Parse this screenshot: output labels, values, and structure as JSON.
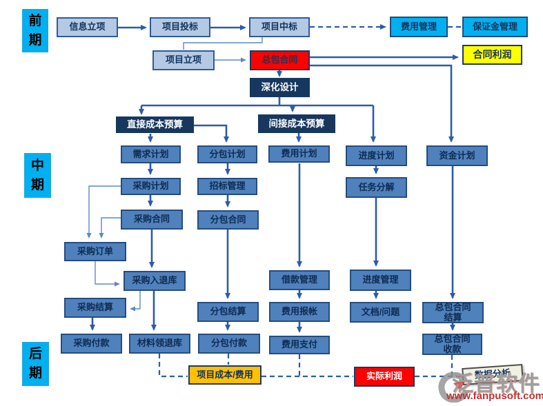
{
  "stages": {
    "early": "前期",
    "middle": "中期",
    "late": "后期"
  },
  "nodes": {
    "info_initiation": {
      "label": "信息立项"
    },
    "project_bidding": {
      "label": "项目投标"
    },
    "project_win": {
      "label": "项目中标"
    },
    "expense_mgmt": {
      "label": "费用管理"
    },
    "deposit_mgmt": {
      "label": "保证金管理"
    },
    "project_initiation": {
      "label": "项目立项"
    },
    "general_contract": {
      "label": "总包合同"
    },
    "contract_profit": {
      "label": "合同利润"
    },
    "detailed_design": {
      "label": "深化设计"
    },
    "direct_cost_budget": {
      "label": "直接成本预算"
    },
    "indirect_cost_budget": {
      "label": "间接成本预算"
    },
    "demand_plan": {
      "label": "需求计划"
    },
    "subcontract_plan": {
      "label": "分包计划"
    },
    "expense_plan": {
      "label": "费用计划"
    },
    "schedule_plan": {
      "label": "进度计划"
    },
    "fund_plan": {
      "label": "资金计划"
    },
    "purchase_plan": {
      "label": "采购计划"
    },
    "tender_mgmt": {
      "label": "招标管理"
    },
    "task_breakdown": {
      "label": "任务分解"
    },
    "purchase_contract": {
      "label": "采购合同"
    },
    "subcontract_contract": {
      "label": "分包合同"
    },
    "purchase_order": {
      "label": "采购订单"
    },
    "purchase_in_out": {
      "label": "采购入退库"
    },
    "loan_mgmt": {
      "label": "借款管理"
    },
    "schedule_mgmt": {
      "label": "进度管理"
    },
    "purchase_settlement": {
      "label": "采购结算"
    },
    "subcontract_settlement": {
      "label": "分包结算"
    },
    "expense_reimburse": {
      "label": "费用报帐"
    },
    "doc_issue": {
      "label": "文档/问题"
    },
    "gc_settlement": {
      "label": "总包合同\n结算"
    },
    "purchase_payment": {
      "label": "采购付款"
    },
    "material_in_out": {
      "label": "材料领退库"
    },
    "subcontract_payment": {
      "label": "分包付款"
    },
    "expense_payment": {
      "label": "费用支付"
    },
    "gc_receipt": {
      "label": "总包合同\n收款"
    },
    "project_cost": {
      "label": "项目成本/费用"
    },
    "actual_profit": {
      "label": "实际利润"
    },
    "data_analysis": {
      "label": "数据分析"
    }
  },
  "watermark": {
    "brand": "泛普软件",
    "url": "www.fanpusoft.com"
  },
  "colors": {
    "stage_bg": "#00B0F0",
    "node_light_blue": "#B4C9E4",
    "node_medium_blue": "#4F81BD",
    "node_navy": "#17375E",
    "node_cyan": "#00B0F0",
    "node_red": "#FE0000",
    "node_yellow": "#FFFF00",
    "node_orange": "#FFC000",
    "node_ivory": "#F1F1E3",
    "connector_blue": "#2B5CA8",
    "connector_light_blue": "#5B8AC0",
    "watermark_gray": "#9E9E9E",
    "watermark_red": "#C53030"
  }
}
